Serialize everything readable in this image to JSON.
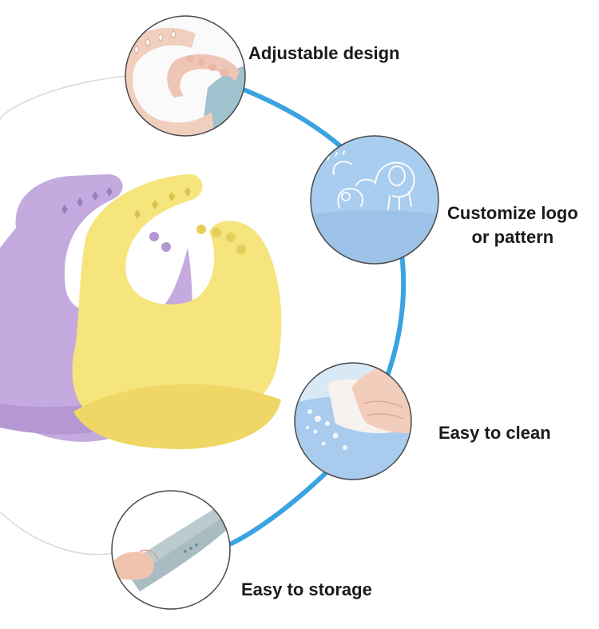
{
  "features": [
    {
      "label": "Adjustable design",
      "icon": "adjustable-strap-icon"
    },
    {
      "label_line1": "Customize logo",
      "label_line2": "or pattern",
      "icon": "elephant-pattern-icon"
    },
    {
      "label": "Easy to clean",
      "icon": "wipe-clean-icon"
    },
    {
      "label": "Easy to storage",
      "icon": "rolled-bib-icon"
    }
  ],
  "colors": {
    "ring": "#3aa3e0",
    "ring_faint": "#cfd6db",
    "bib_purple": "#c2a9de",
    "bib_yellow": "#f5e27a",
    "bib_pink": "#f1cfc0",
    "bib_blue": "#a9cdee",
    "bib_storage": "#a8bcc2",
    "text": "#1a1a1a"
  }
}
